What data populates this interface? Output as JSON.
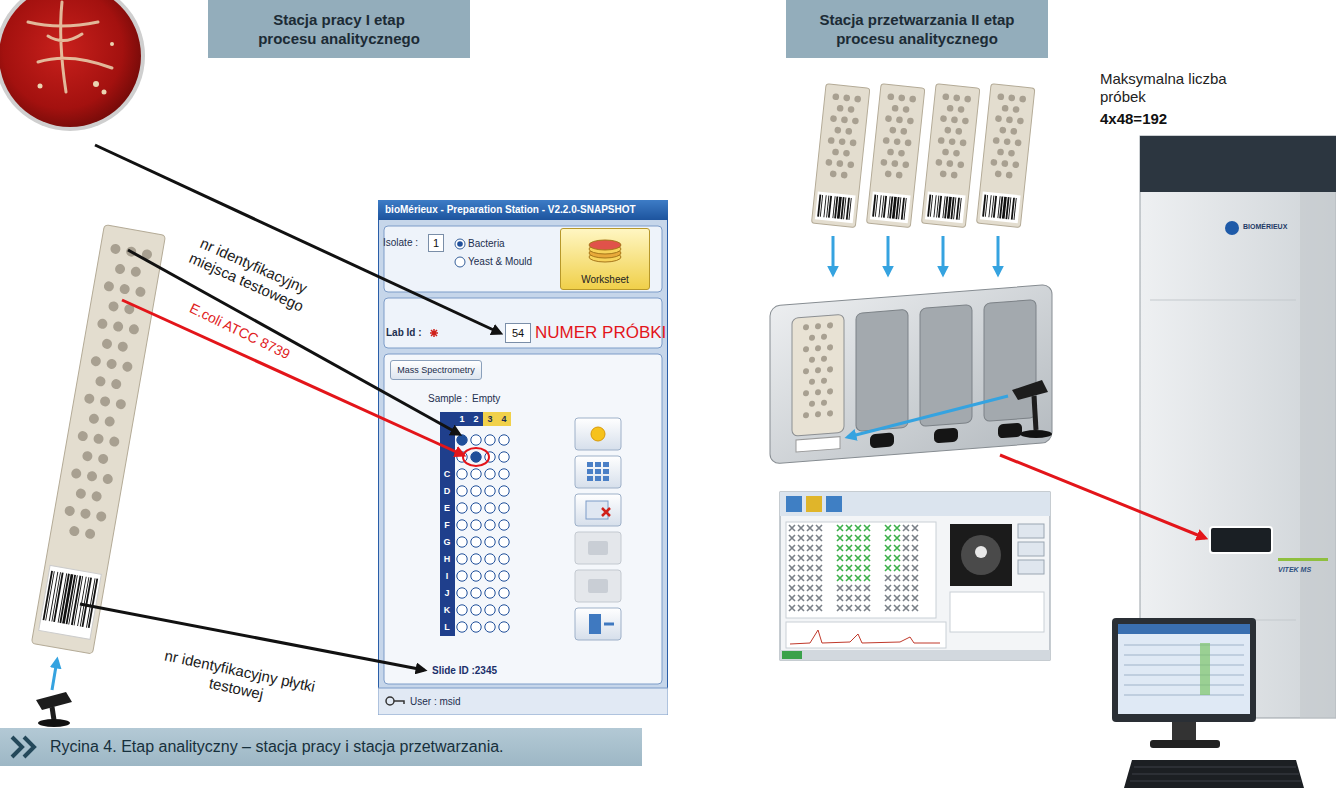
{
  "diagram": {
    "caption": "Rycina 4. Etap analityczny – stacja pracy i stacja przetwarzania.",
    "nodes": [
      {
        "text": [
          "Stacja pracy I etap procesu analitycznego"
        ]
      },
      {
        "text": [
          "Stacja przetwarzania II etap procesu analitycznego"
        ]
      },
      {
        "text": [
          "bioMérieux - Preparation Station - V2.2.0-SNAPSHOT"
        ]
      },
      {
        "text": [
          "1"
        ],
        "in": 2
      },
      {
        "text": [
          "Worksheet"
        ],
        "in": 2
      },
      {
        "text": [
          "54"
        ],
        "in": 2
      },
      {
        "text": [
          "Mass Spectrometry"
        ],
        "in": 2
      }
    ],
    "labels": [
      "nr identyfikacyjny miejsca testowego",
      "E.coli ATCC 8739",
      "nr identyfikacyjny płytki testowej",
      "Isolate :",
      "Bacteria",
      "Yeast & Mould",
      "Lab Id :",
      "NUMER PRÓBKI",
      "Sample :",
      "Empty",
      "1",
      "2",
      "3",
      "4",
      "C",
      "D",
      "E",
      "F",
      "G",
      "H",
      "I",
      "J",
      "K",
      "L",
      "Slide ID :2345",
      "User : msid",
      "Maksymalna liczba próbek",
      "4x48=192",
      "BIOMÉRIEUX",
      "VITEK MS"
    ]
  }
}
